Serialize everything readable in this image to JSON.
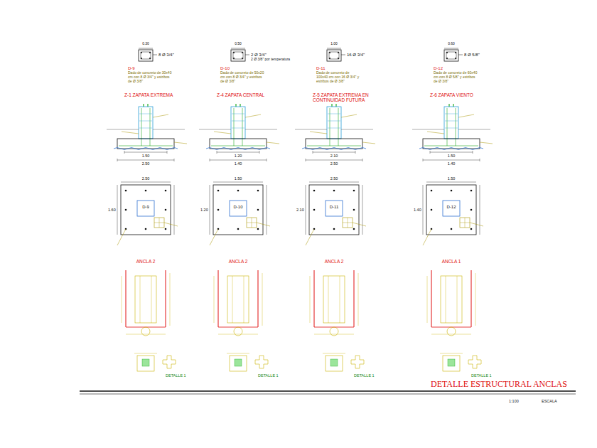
{
  "diagram": {
    "title": "DETALLE ESTRUCTURAL ANCLAS",
    "labels": [
      "0.30",
      "8 Ø 3/4\"",
      "D-9",
      "Dado de concreto de 30x40 cm con 8 Ø 3/4\" y estribos de Ø 3/8\"",
      "Z-1 ZAPATA EXTREMA",
      "1.50",
      "2.50",
      "D-9",
      "2.50",
      "1.60",
      "ANCLA 2",
      "DETALLE 1",
      "0.50",
      "2 Ø 3/4\"",
      "D-10",
      "Dado de concreto de 50x20 cm con 8 Ø 3/4\" y estribos de Ø 3/8\"",
      "Z-4 ZAPATA CENTRAL",
      "1.20",
      "1.40",
      "D-10",
      "1.50",
      "1.20",
      "ANCLA 2",
      "DETALLE 1",
      "1.00",
      "16 Ø 3/4\"",
      "D-11",
      "Dado de concreto de 100x40 cm con 16 Ø 3/4\" y estribos de Ø 3/8\"",
      "Z-5 ZAPATA EXTREMA EN CONTINUIDAD FUTURA",
      "2.10",
      "2.50",
      "D-11",
      "2.50",
      "2.10",
      "ANCLA 2",
      "DETALLE 1",
      "0.60",
      "8 Ø 5/8\"",
      "D-12",
      "Dado de concreto de 60x40 cm con 8 Ø 5/8\" y estribos de Ø 3/8\"",
      "Z-6 ZAPATA VIENTO",
      "1.50",
      "1.40",
      "D-12",
      "1.50",
      "1.40",
      "ANCLA 1",
      "DETALLE 1",
      "2 Ø 3/8\" por temperatura",
      "1:100",
      "ESCALA"
    ]
  }
}
